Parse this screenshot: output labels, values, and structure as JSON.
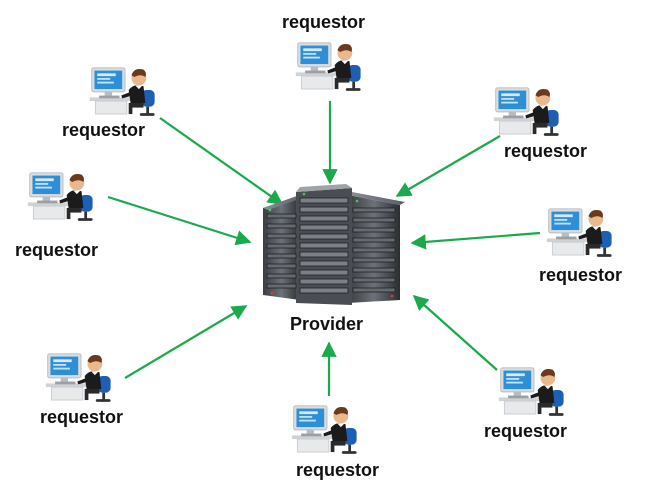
{
  "diagram": {
    "provider_label": "Provider",
    "requestor_label": "requestor",
    "arrow_color": "#1aaa4b",
    "requestors": [
      {
        "id": "top"
      },
      {
        "id": "upper-left"
      },
      {
        "id": "left"
      },
      {
        "id": "lower-left"
      },
      {
        "id": "bottom"
      },
      {
        "id": "lower-right"
      },
      {
        "id": "right"
      },
      {
        "id": "upper-right"
      }
    ]
  }
}
